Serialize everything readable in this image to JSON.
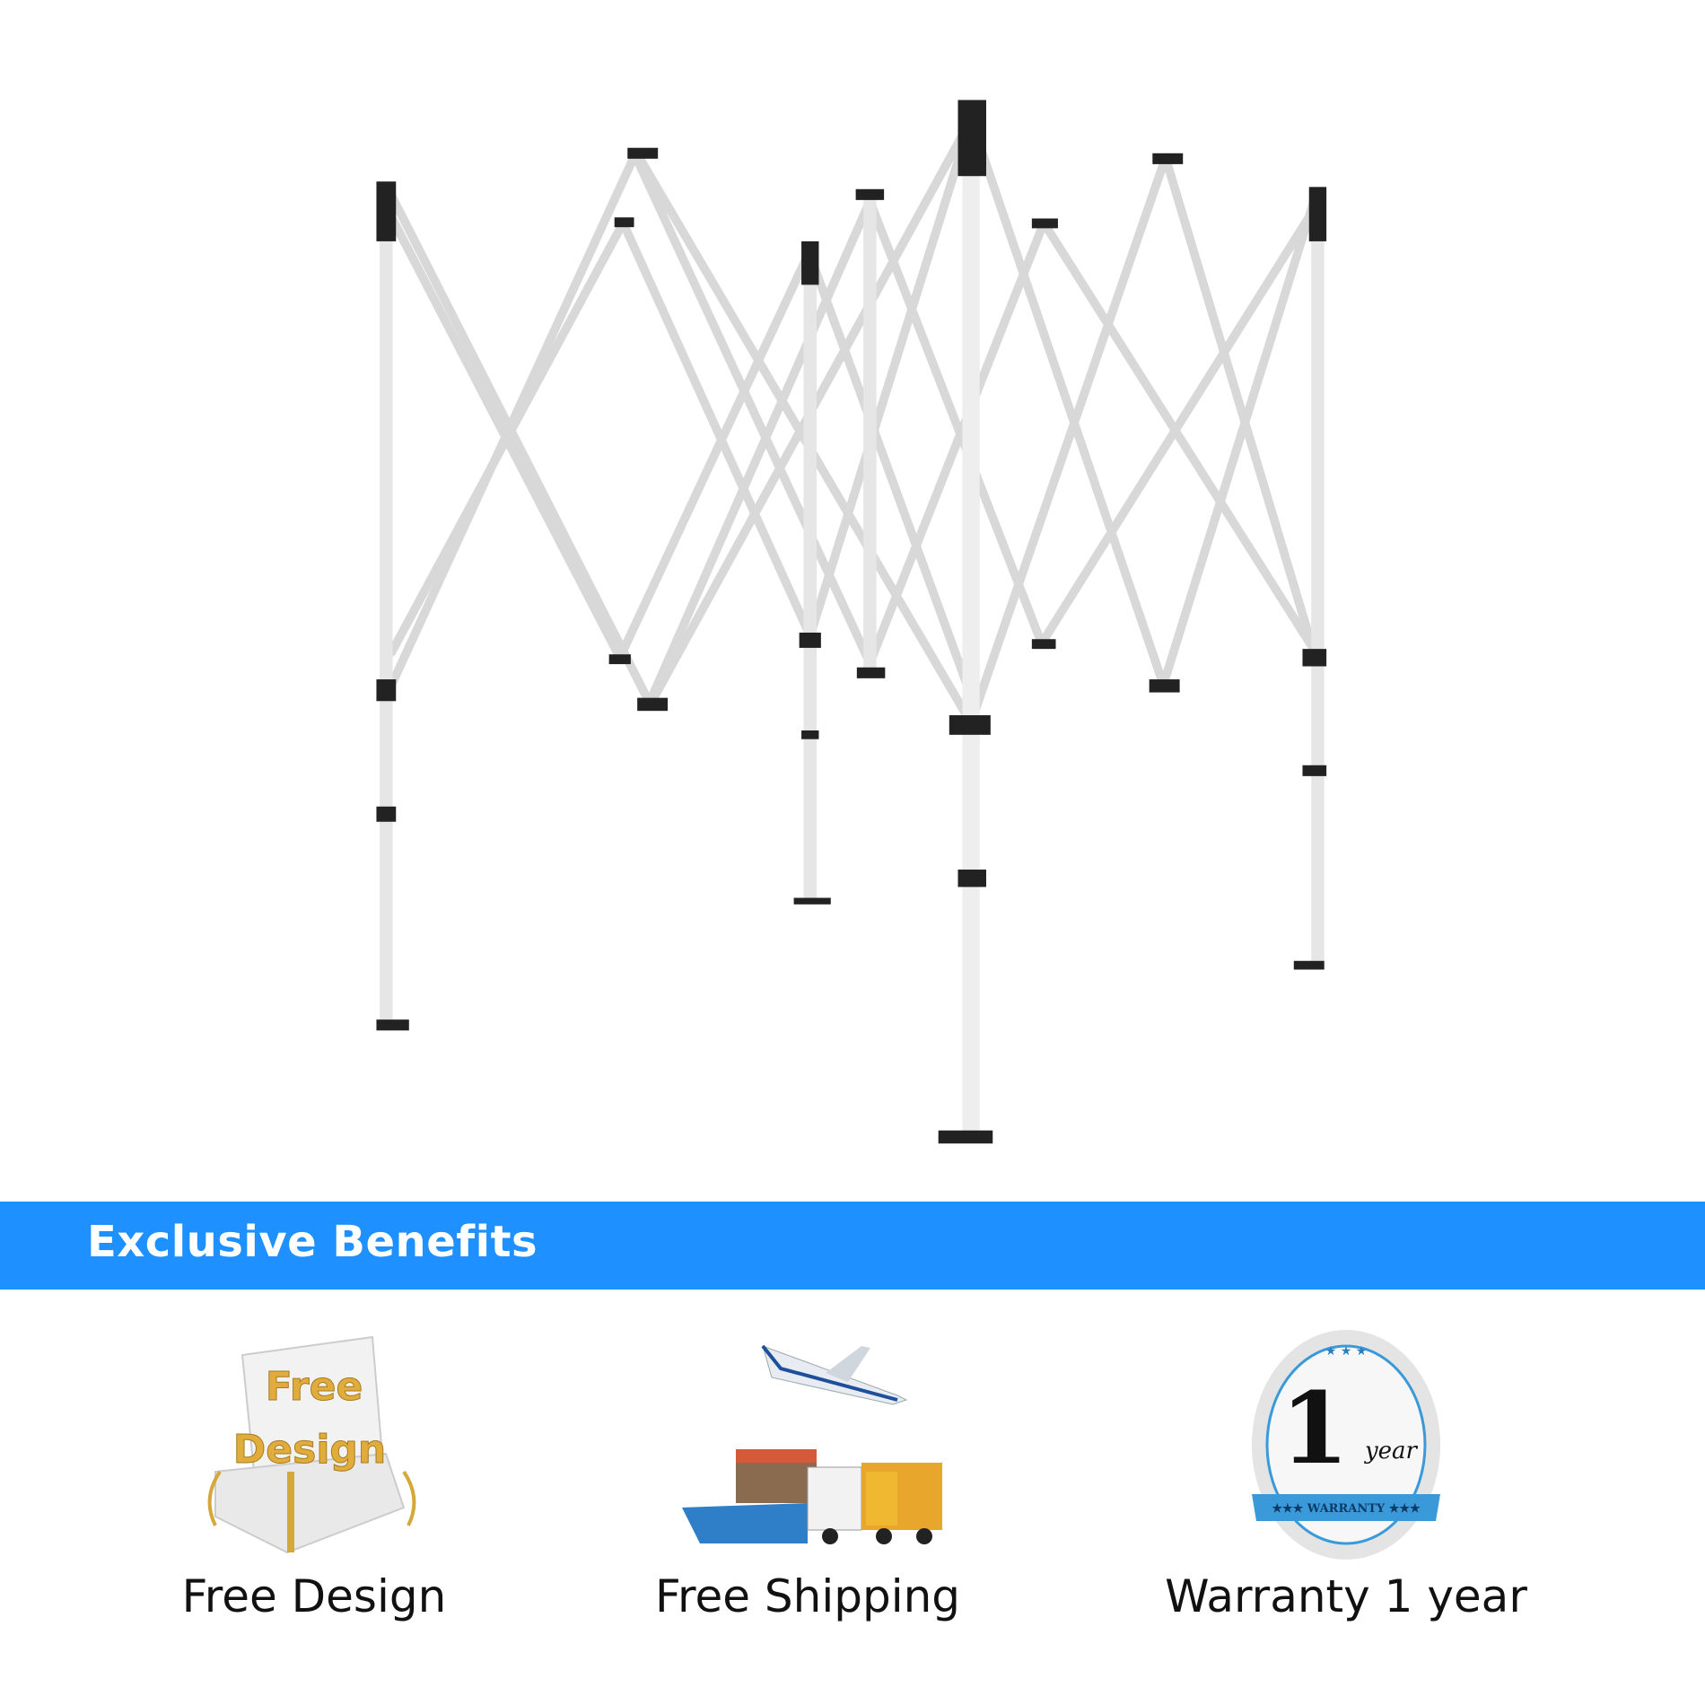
{
  "banner": {
    "title": "Exclusive Benefits",
    "color": "#1e90ff"
  },
  "benefits": [
    {
      "label": "Free Design",
      "icon": "free-design-box-icon",
      "icon_text": "Free Design"
    },
    {
      "label": "Free Shipping",
      "icon": "plane-ship-truck-icon"
    },
    {
      "label": "Warranty 1 year",
      "icon": "warranty-seal-icon",
      "icon_text": "1 year WARRANTY"
    }
  ]
}
